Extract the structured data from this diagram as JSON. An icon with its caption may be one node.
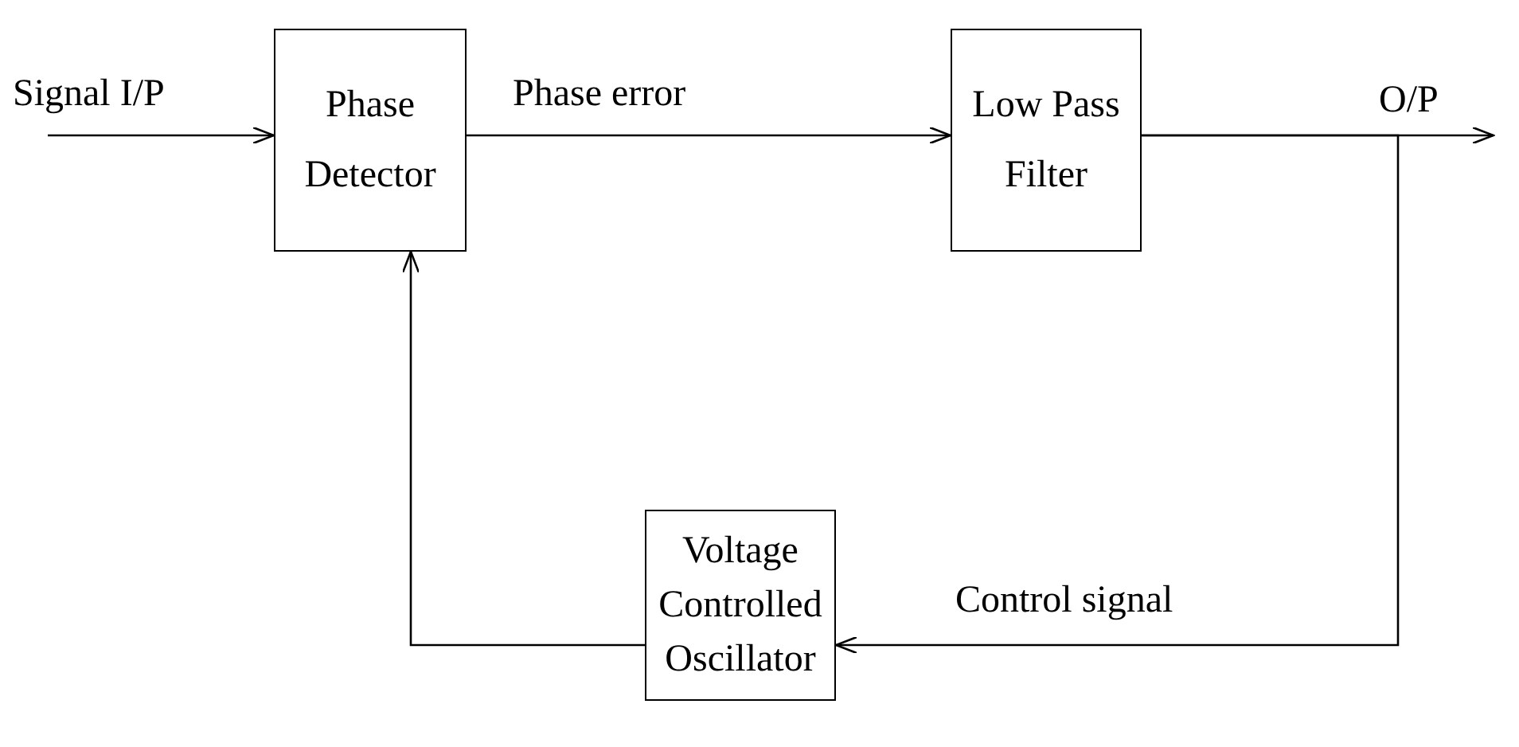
{
  "diagram": {
    "nodes": [
      {
        "text": [
          "Phase Detector"
        ]
      },
      {
        "text": [
          "Low Pass Filter"
        ]
      },
      {
        "text": [
          "Voltage Controlled Oscillator"
        ]
      }
    ],
    "edges": [
      {
        "from": null,
        "to": 0,
        "arrow": "to",
        "label": "Signal I/P"
      },
      {
        "from": 0,
        "to": 1,
        "arrow": "to",
        "label": "Phase error"
      },
      {
        "from": 1,
        "to": null,
        "arrow": "to",
        "label": "O/P"
      },
      {
        "from": 1,
        "to": 2,
        "arrow": "to",
        "label": "Control signal"
      },
      {
        "from": 2,
        "to": 0,
        "arrow": "to"
      }
    ]
  }
}
